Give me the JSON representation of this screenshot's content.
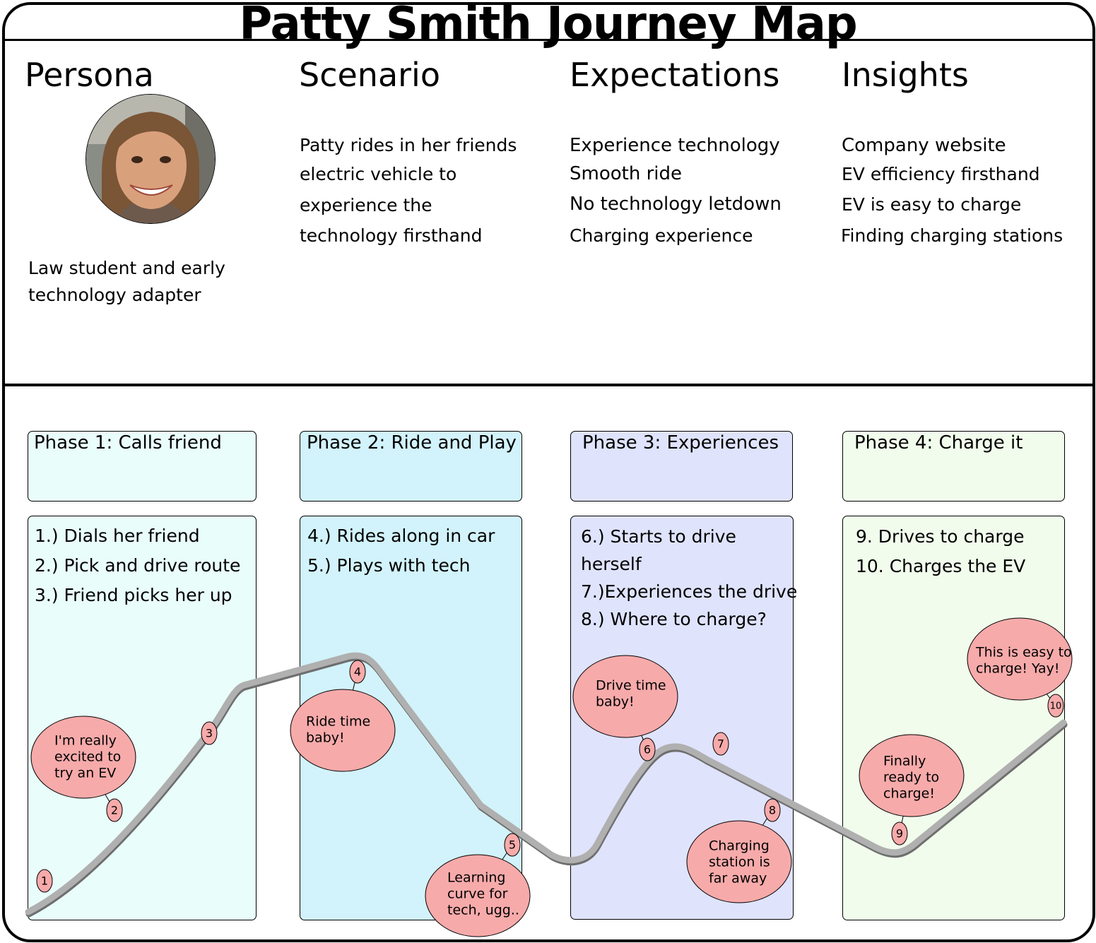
{
  "title": "Patty Smith Journey Map",
  "persona": {
    "heading": "Persona",
    "description_lines": [
      "Law student and early",
      "technology adapter"
    ]
  },
  "scenario": {
    "heading": "Scenario",
    "lines": [
      "Patty rides in her friends",
      "electric vehicle to",
      "experience the",
      "technology firsthand"
    ]
  },
  "expectations": {
    "heading": "Expectations",
    "lines": [
      "Experience technology",
      "Smooth ride",
      "No technology letdown",
      "Charging experience"
    ]
  },
  "insights": {
    "heading": "Insights",
    "lines": [
      "Company website",
      "EV efficiency firsthand",
      "EV is easy to charge",
      "Finding charging stations"
    ]
  },
  "phases": [
    {
      "title": "Phase 1: Calls friend",
      "color": "#e9fdfb",
      "steps": [
        "1.) Dials her friend",
        "2.) Pick and drive route",
        "3.) Friend picks her up"
      ]
    },
    {
      "title": "Phase 2:  Ride and Play",
      "color": "#d2f3fb",
      "steps": [
        "4.) Rides along in car",
        "5.) Plays with tech"
      ]
    },
    {
      "title": "Phase 3: Experiences",
      "color": "#dfe3fc",
      "steps": [
        "6.) Starts to drive",
        "herself",
        "7.)Experiences the drive",
        "8.) Where to charge?"
      ]
    },
    {
      "title": "Phase 4:  Charge it",
      "color": "#f1fcec",
      "steps": [
        "9. Drives to charge",
        "10. Charges the EV"
      ]
    }
  ],
  "journey": {
    "markers": [
      "1",
      "2",
      "3",
      "4",
      "5",
      "6",
      "7",
      "8",
      "9",
      "10"
    ],
    "bubbles": [
      {
        "lines": [
          "I'm really",
          "excited to",
          "try an EV"
        ],
        "marker": "2"
      },
      {
        "lines": [
          "Ride time",
          "baby!"
        ],
        "marker": "4"
      },
      {
        "lines": [
          "Learning",
          "curve for",
          "tech, ugg.."
        ],
        "marker": "5"
      },
      {
        "lines": [
          "Drive time",
          "baby!"
        ],
        "marker": "6"
      },
      {
        "lines": [
          "Charging",
          "station is",
          "far away"
        ],
        "marker": "8"
      },
      {
        "lines": [
          "Finally",
          "ready to",
          "charge!"
        ],
        "marker": "9"
      },
      {
        "lines": [
          "This is easy to",
          "charge! Yay!"
        ],
        "marker": "10"
      }
    ],
    "colors": {
      "bubble_fill": "#f7aaaa",
      "line": "#b0b0b0",
      "line_shadow": "#6e6e6e"
    }
  }
}
